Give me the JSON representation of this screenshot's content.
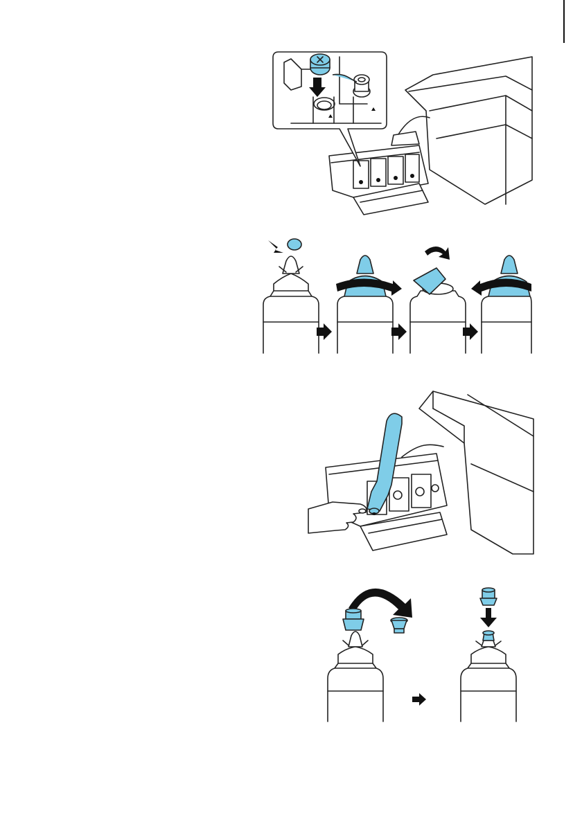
{
  "page": {
    "edge_marker": "page edge line",
    "colors": {
      "ink": "#222222",
      "ink_blue": "#7fcde8",
      "paper": "#ffffff"
    }
  },
  "figures": [
    {
      "id": "fig1",
      "icons": [
        "printer-icon",
        "ink-tank-icon",
        "tank-cap-icon",
        "arrow-down-icon"
      ]
    },
    {
      "id": "fig2",
      "icons": [
        "bottle-icon",
        "snap-icon",
        "twist-icon",
        "seal-peel-icon",
        "arrow-right-icon"
      ]
    },
    {
      "id": "fig3",
      "icons": [
        "printer-icon",
        "ink-bottle-icon",
        "hand-icon"
      ]
    },
    {
      "id": "fig4",
      "icons": [
        "bottle-icon",
        "cap-icon",
        "curved-arrow-icon",
        "arrow-down-icon",
        "arrow-right-icon"
      ]
    }
  ]
}
